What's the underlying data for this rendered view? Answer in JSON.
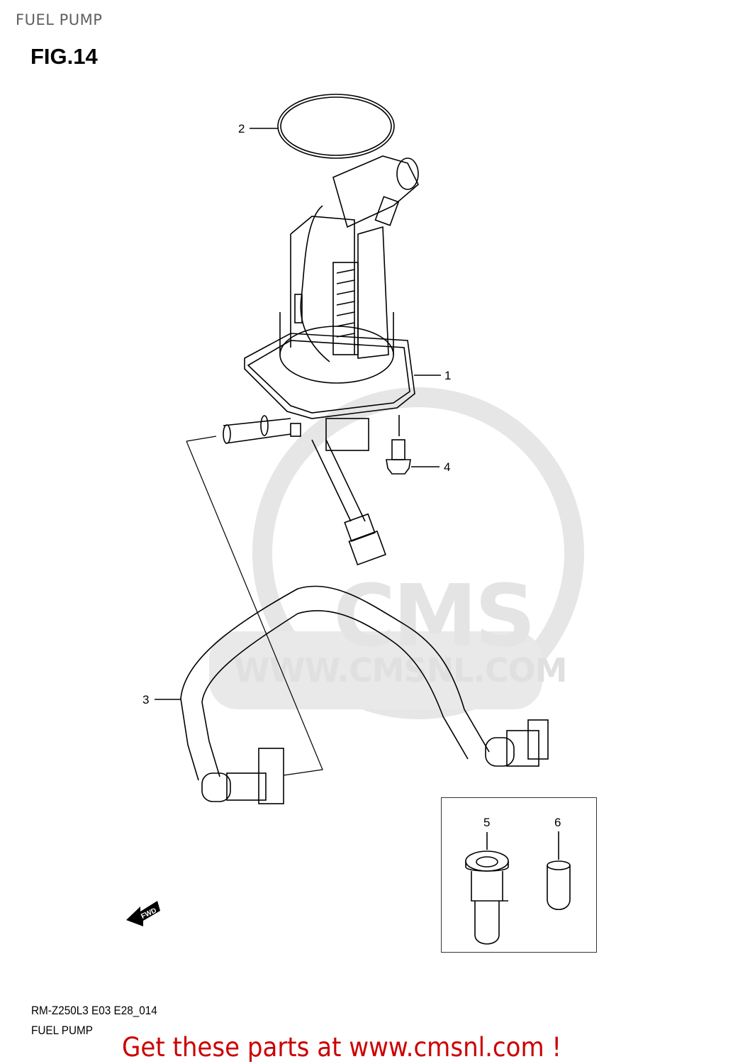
{
  "page": {
    "header": "FUEL PUMP",
    "figure": "FIG.14"
  },
  "watermark": {
    "logo_text": "CMS",
    "url_text": "WWW.CMSNL.COM",
    "color": "#e0e0e0"
  },
  "callouts": [
    {
      "number": "1",
      "part": "fuel-pump-assembly"
    },
    {
      "number": "2",
      "part": "o-ring"
    },
    {
      "number": "3",
      "part": "fuel-hose"
    },
    {
      "number": "4",
      "part": "bolt"
    },
    {
      "number": "5",
      "part": "collar"
    },
    {
      "number": "6",
      "part": "cap"
    }
  ],
  "direction_marker": {
    "label": "FWD"
  },
  "footer": {
    "model_code": "RM-Z250L3 E03 E28_014",
    "section_name": "FUEL PUMP",
    "cta": "Get these parts at www.cmsnl.com !",
    "cta_color": "#cc0000"
  }
}
